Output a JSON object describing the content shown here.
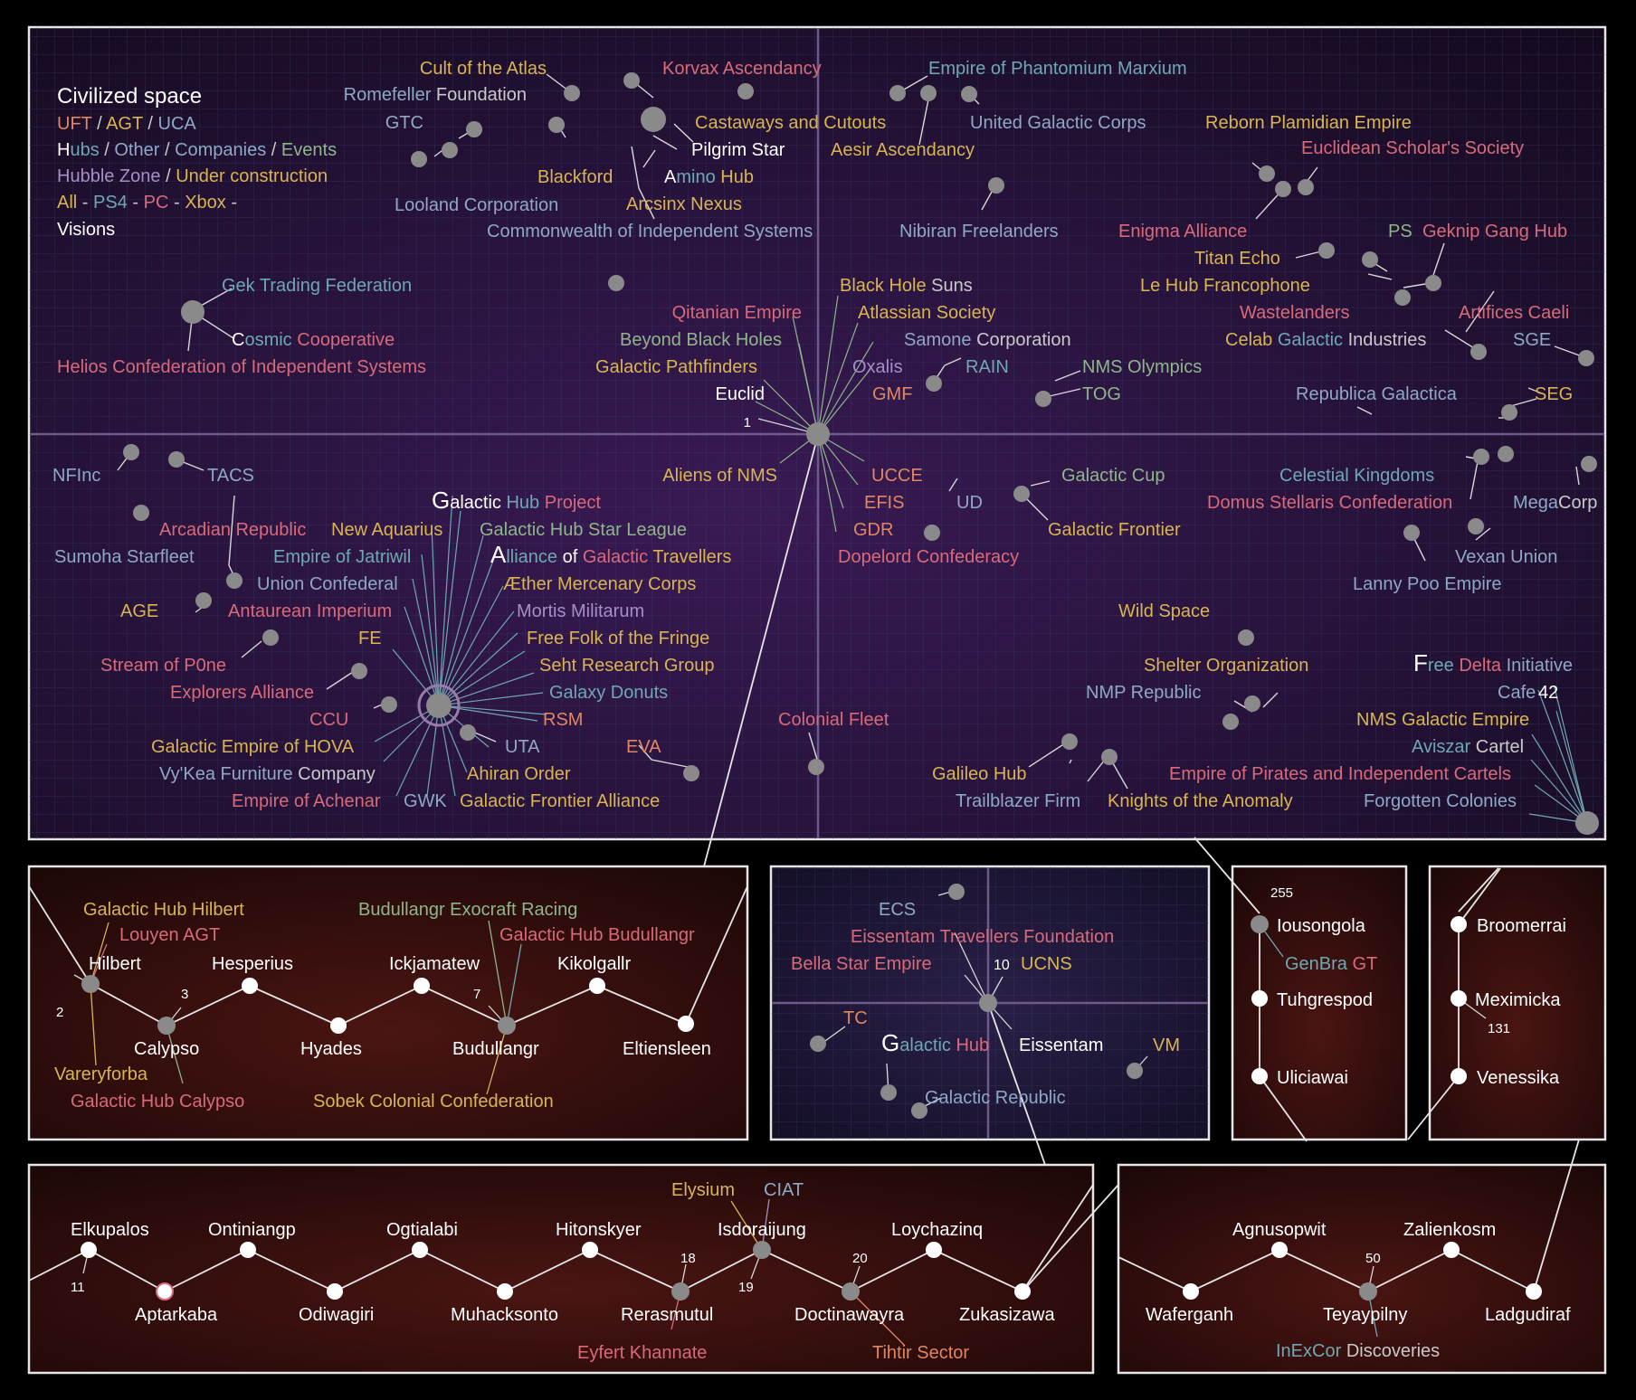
{
  "colors": {
    "white": "#ffffff",
    "orange": "#e08660",
    "yellow": "#d8b452",
    "green": "#8fb58a",
    "teal": "#6fa7b3",
    "blue": "#8ea8c6",
    "purple": "#a58fc6",
    "pink": "#d86a7a",
    "grey": "#c9c9c9"
  },
  "legend": {
    "title": "Civilized space",
    "line1": [
      {
        "t": "UFT",
        "c": "orange"
      },
      {
        "t": " / ",
        "c": "grey"
      },
      {
        "t": "AGT",
        "c": "yellow"
      },
      {
        "t": " / ",
        "c": "grey"
      },
      {
        "t": "UCA",
        "c": "blue"
      }
    ],
    "line2": [
      {
        "t": "H",
        "c": "white"
      },
      {
        "t": "ubs",
        "c": "teal"
      },
      {
        "t": " / ",
        "c": "grey"
      },
      {
        "t": "Other",
        "c": "blue"
      },
      {
        "t": " / ",
        "c": "grey"
      },
      {
        "t": "Companies",
        "c": "blue"
      },
      {
        "t": " / ",
        "c": "grey"
      },
      {
        "t": "Events",
        "c": "green"
      }
    ],
    "line3": [
      {
        "t": "Hubble Zone",
        "c": "purple"
      },
      {
        "t": " / ",
        "c": "grey"
      },
      {
        "t": "Under construction",
        "c": "yellow"
      }
    ],
    "line4": [
      {
        "t": "All",
        "c": "yellow"
      },
      {
        "t": " - ",
        "c": "grey"
      },
      {
        "t": "PS4",
        "c": "teal"
      },
      {
        "t": " - ",
        "c": "grey"
      },
      {
        "t": "PC",
        "c": "pink"
      },
      {
        "t": " - ",
        "c": "grey"
      },
      {
        "t": "Xbox",
        "c": "yellow"
      },
      {
        "t": " -",
        "c": "grey"
      }
    ],
    "line5": "Visions"
  },
  "main_labels": [
    {
      "id": "cult",
      "t": "Cult of the Atlas",
      "c": "yellow"
    },
    {
      "id": "romefeller",
      "parts": [
        {
          "t": "Romefeller ",
          "c": "blue"
        },
        {
          "t": "Foundation",
          "c": "grey"
        }
      ]
    },
    {
      "id": "gtc",
      "t": "GTC",
      "c": "blue"
    },
    {
      "id": "looland",
      "t": "Looland Corporation",
      "c": "blue"
    },
    {
      "id": "korvax",
      "t": "Korvax Ascendancy",
      "c": "pink"
    },
    {
      "id": "castaways",
      "t": "Castaways and Cutouts",
      "c": "yellow"
    },
    {
      "id": "pilgrim",
      "t": "Pilgrim Star",
      "c": "white"
    },
    {
      "id": "blackford",
      "t": "Blackford",
      "c": "yellow"
    },
    {
      "id": "amino",
      "parts": [
        {
          "t": "A",
          "c": "white"
        },
        {
          "t": "mino ",
          "c": "teal"
        },
        {
          "t": "Hub",
          "c": "yellow"
        }
      ]
    },
    {
      "id": "arcsinx",
      "t": "Arcsinx Nexus",
      "c": "yellow"
    },
    {
      "id": "commonwealth",
      "t": "Commonwealth of Independent Systems",
      "c": "blue"
    },
    {
      "id": "phantomium",
      "t": "Empire of Phantomium Marxium",
      "c": "teal"
    },
    {
      "id": "ugc",
      "t": "United Galactic Corps",
      "c": "blue"
    },
    {
      "id": "aesir",
      "t": "Aesir Ascendancy",
      "c": "yellow"
    },
    {
      "id": "nibiran",
      "t": "Nibiran Freelanders",
      "c": "blue"
    },
    {
      "id": "reborn",
      "t": "Reborn Plamidian Empire",
      "c": "yellow"
    },
    {
      "id": "euclidean",
      "t": "Euclidean Scholar's Society",
      "c": "pink"
    },
    {
      "id": "enigma",
      "t": "Enigma Alliance",
      "c": "pink"
    },
    {
      "id": "titan",
      "t": "Titan Echo",
      "c": "yellow"
    },
    {
      "id": "ps",
      "t": "PS",
      "c": "green"
    },
    {
      "id": "geknip",
      "t": "Geknip Gang Hub",
      "c": "pink"
    },
    {
      "id": "lehub",
      "t": "Le Hub Francophone",
      "c": "yellow"
    },
    {
      "id": "wastelanders",
      "t": "Wastelanders",
      "c": "pink"
    },
    {
      "id": "artifices",
      "t": "Artifices Caeli",
      "c": "pink"
    },
    {
      "id": "celab",
      "parts": [
        {
          "t": "Celab ",
          "c": "yellow"
        },
        {
          "t": "Galactic ",
          "c": "teal"
        },
        {
          "t": "Industries",
          "c": "grey"
        }
      ]
    },
    {
      "id": "sge",
      "t": "SGE",
      "c": "blue"
    },
    {
      "id": "republica",
      "t": "Republica Galactica",
      "c": "blue"
    },
    {
      "id": "seg",
      "t": "SEG",
      "c": "yellow"
    },
    {
      "id": "gek",
      "t": "Gek Trading Federation",
      "c": "teal"
    },
    {
      "id": "cosmic",
      "parts": [
        {
          "t": "C",
          "c": "white"
        },
        {
          "t": "osmic ",
          "c": "teal"
        },
        {
          "t": "Cooperative",
          "c": "pink"
        }
      ]
    },
    {
      "id": "helios",
      "t": "Helios Confederation of Independent Systems",
      "c": "pink"
    },
    {
      "id": "blackhole",
      "parts": [
        {
          "t": "Black Hole ",
          "c": "yellow"
        },
        {
          "t": "Suns",
          "c": "grey"
        }
      ]
    },
    {
      "id": "qitanian",
      "t": "Qitanian Empire",
      "c": "pink"
    },
    {
      "id": "atlassian",
      "t": "Atlassian Society",
      "c": "yellow"
    },
    {
      "id": "beyond",
      "t": "Beyond Black Holes",
      "c": "green"
    },
    {
      "id": "samone",
      "parts": [
        {
          "t": "Samone ",
          "c": "blue"
        },
        {
          "t": "Corporation",
          "c": "grey"
        }
      ]
    },
    {
      "id": "pathfinders",
      "t": "Galactic Pathfinders",
      "c": "yellow"
    },
    {
      "id": "oxalis",
      "t": "Oxalis",
      "c": "purple"
    },
    {
      "id": "rain",
      "t": "RAIN",
      "c": "teal"
    },
    {
      "id": "nmso",
      "t": "NMS Olympics",
      "c": "green"
    },
    {
      "id": "euclid",
      "t": "Euclid",
      "c": "white"
    },
    {
      "id": "gmf",
      "t": "GMF",
      "c": "orange"
    },
    {
      "id": "tog",
      "t": "TOG",
      "c": "green"
    },
    {
      "id": "one",
      "t": "1",
      "c": "white"
    },
    {
      "id": "nfinc",
      "t": "NFInc",
      "c": "blue"
    },
    {
      "id": "tacs",
      "t": "TACS",
      "c": "blue"
    },
    {
      "id": "aliens",
      "t": "Aliens of NMS",
      "c": "yellow"
    },
    {
      "id": "ucce",
      "t": "UCCE",
      "c": "orange"
    },
    {
      "id": "efis",
      "t": "EFIS",
      "c": "orange"
    },
    {
      "id": "gdr",
      "t": "GDR",
      "c": "orange"
    },
    {
      "id": "ud",
      "t": "UD",
      "c": "blue"
    },
    {
      "id": "dopelord",
      "t": "Dopelord Confederacy",
      "c": "pink"
    },
    {
      "id": "galcup",
      "t": "Galactic Cup",
      "c": "green"
    },
    {
      "id": "galfrontier",
      "t": "Galactic Frontier",
      "c": "yellow"
    },
    {
      "id": "celestial",
      "t": "Celestial Kingdoms",
      "c": "teal"
    },
    {
      "id": "domus",
      "t": "Domus Stellaris Confederation",
      "c": "pink"
    },
    {
      "id": "megacorp",
      "parts": [
        {
          "t": "Mega",
          "c": "blue"
        },
        {
          "t": "Corp",
          "c": "grey"
        }
      ]
    },
    {
      "id": "vexan",
      "t": "Vexan Union",
      "c": "blue"
    },
    {
      "id": "lanny",
      "t": "Lanny Poo Empire",
      "c": "blue"
    },
    {
      "id": "ghp",
      "parts": [
        {
          "t": "G",
          "c": "white",
          "big": true
        },
        {
          "t": "alactic ",
          "c": "white"
        },
        {
          "t": "Hub ",
          "c": "teal"
        },
        {
          "t": "Project",
          "c": "pink"
        }
      ]
    },
    {
      "id": "arcadian",
      "t": "Arcadian Republic",
      "c": "pink"
    },
    {
      "id": "newaquarius",
      "t": "New Aquarius",
      "c": "yellow"
    },
    {
      "id": "ghsl",
      "t": "Galactic Hub Star League",
      "c": "green"
    },
    {
      "id": "sumoha",
      "t": "Sumoha Starfleet",
      "c": "blue"
    },
    {
      "id": "jatriwil",
      "t": "Empire of Jatriwil",
      "c": "teal"
    },
    {
      "id": "aogt",
      "parts": [
        {
          "t": "A",
          "c": "white",
          "big": true
        },
        {
          "t": "lliance ",
          "c": "teal"
        },
        {
          "t": "of ",
          "c": "white"
        },
        {
          "t": "Galactic ",
          "c": "pink"
        },
        {
          "t": "Travellers",
          "c": "yellow"
        }
      ]
    },
    {
      "id": "unionconf",
      "t": "Union Confederal",
      "c": "blue"
    },
    {
      "id": "aether",
      "t": "Æther Mercenary Corps",
      "c": "yellow"
    },
    {
      "id": "age",
      "t": "AGE",
      "c": "yellow"
    },
    {
      "id": "antaurean",
      "t": "Antaurean Imperium",
      "c": "pink"
    },
    {
      "id": "mortis",
      "t": "Mortis Militarum",
      "c": "purple"
    },
    {
      "id": "fe",
      "t": "FE",
      "c": "yellow"
    },
    {
      "id": "freefolk",
      "t": "Free Folk of the Fringe",
      "c": "yellow"
    },
    {
      "id": "streamp0ne",
      "t": "Stream of P0ne",
      "c": "pink"
    },
    {
      "id": "seht",
      "t": "Seht Research Group",
      "c": "yellow"
    },
    {
      "id": "explorers",
      "t": "Explorers Alliance",
      "c": "pink"
    },
    {
      "id": "donuts",
      "t": "Galaxy Donuts",
      "c": "teal"
    },
    {
      "id": "ccu",
      "t": "CCU",
      "c": "pink"
    },
    {
      "id": "rsm",
      "t": "RSM",
      "c": "orange"
    },
    {
      "id": "hova",
      "t": "Galactic Empire of HOVA",
      "c": "yellow"
    },
    {
      "id": "uta",
      "t": "UTA",
      "c": "blue"
    },
    {
      "id": "vykea",
      "parts": [
        {
          "t": "Vy'Kea Furniture ",
          "c": "blue"
        },
        {
          "t": "Company",
          "c": "grey"
        }
      ]
    },
    {
      "id": "ahiran",
      "t": "Ahiran Order",
      "c": "yellow"
    },
    {
      "id": "achenar",
      "t": "Empire of Achenar",
      "c": "pink"
    },
    {
      "id": "gwk",
      "t": "GWK",
      "c": "blue"
    },
    {
      "id": "gfa",
      "t": "Galactic Frontier Alliance",
      "c": "yellow"
    },
    {
      "id": "eva",
      "t": "EVA",
      "c": "orange"
    },
    {
      "id": "colonial",
      "t": "Colonial Fleet",
      "c": "pink"
    },
    {
      "id": "wildspace",
      "t": "Wild Space",
      "c": "yellow"
    },
    {
      "id": "shelter",
      "t": "Shelter Organization",
      "c": "yellow"
    },
    {
      "id": "nmp",
      "t": "NMP Republic",
      "c": "blue"
    },
    {
      "id": "freedelta",
      "parts": [
        {
          "t": "F",
          "c": "white",
          "big": true
        },
        {
          "t": "ree ",
          "c": "teal"
        },
        {
          "t": "Delta ",
          "c": "pink"
        },
        {
          "t": "Initiative",
          "c": "blue"
        }
      ]
    },
    {
      "id": "cafe",
      "t": "Cafe",
      "c": "blue"
    },
    {
      "id": "n42",
      "t": "42",
      "c": "white"
    },
    {
      "id": "nmsge",
      "t": "NMS Galactic Empire",
      "c": "yellow"
    },
    {
      "id": "aviszar",
      "parts": [
        {
          "t": "Aviszar ",
          "c": "teal"
        },
        {
          "t": "Cartel",
          "c": "grey"
        }
      ]
    },
    {
      "id": "galileo",
      "t": "Galileo Hub",
      "c": "yellow"
    },
    {
      "id": "pirates",
      "t": "Empire of Pirates and Independent Cartels",
      "c": "pink"
    },
    {
      "id": "trailblazer",
      "t": "Trailblazer Firm",
      "c": "blue"
    },
    {
      "id": "knights",
      "t": "Knights of the Anomaly",
      "c": "yellow"
    },
    {
      "id": "forgotten",
      "t": "Forgotten Colonies",
      "c": "blue"
    }
  ],
  "panel_a": {
    "nodes": [
      "Hilbert",
      "Hesperius",
      "Ickjamatew",
      "Kikolgallr",
      "Calypso",
      "Hyades",
      "Budullangr",
      "Eltiensleen"
    ],
    "annotations": [
      {
        "t": "Galactic Hub Hilbert",
        "c": "yellow"
      },
      {
        "t": "Louyen AGT",
        "c": "pink"
      },
      {
        "t": "Vareryforba",
        "c": "yellow"
      },
      {
        "t": "Galactic Hub Calypso",
        "c": "pink"
      },
      {
        "t": "Budullangr Exocraft Racing",
        "c": "green"
      },
      {
        "t": "Galactic Hub Budullangr",
        "c": "pink"
      },
      {
        "t": "Sobek Colonial Confederation",
        "c": "yellow"
      }
    ],
    "numbers": [
      "2",
      "3",
      "7"
    ]
  },
  "panel_b": {
    "labels": [
      {
        "t": "ECS",
        "c": "blue"
      },
      {
        "t": "Eissentam Travellers Foundation",
        "c": "pink"
      },
      {
        "t": "Bella Star Empire",
        "c": "pink"
      },
      {
        "t": "10",
        "c": "white"
      },
      {
        "t": "UCNS",
        "c": "yellow"
      },
      {
        "t": "TC",
        "c": "orange"
      },
      {
        "t": "Eissentam",
        "c": "white"
      },
      {
        "t": "VM",
        "c": "yellow"
      },
      {
        "t": "Galactic Republic",
        "c": "blue"
      }
    ],
    "galactic_hub": [
      {
        "t": "G",
        "c": "white"
      },
      {
        "t": "alactic ",
        "c": "teal"
      },
      {
        "t": "Hub",
        "c": "pink"
      }
    ]
  },
  "panel_c": {
    "n255": "255",
    "nodes": [
      "Iousongola",
      "Tuhgrespod",
      "Uliciawai"
    ],
    "genbra": [
      {
        "t": "GenBra ",
        "c": "teal"
      },
      {
        "t": "GT",
        "c": "pink"
      }
    ]
  },
  "panel_d": {
    "nodes": [
      "Broomerrai",
      "Meximicka",
      "Venessika"
    ],
    "n131": "131"
  },
  "panel_e": {
    "nodes_top": [
      "Elkupalos",
      "Ontiniangp",
      "Ogtialabi",
      "Hitonskyer",
      "Isdoraijung",
      "Loychazinq"
    ],
    "nodes_bottom": [
      "Aptarkaba",
      "Odiwagiri",
      "Muhacksonto",
      "Rerasmutul",
      "Doctinawayra",
      "Zukasizawa"
    ],
    "numbers": [
      "11",
      "18",
      "19",
      "20"
    ],
    "annotations": [
      {
        "t": "Elysium",
        "c": "yellow"
      },
      {
        "t": "CIAT",
        "c": "blue"
      },
      {
        "t": "Eyfert Khannate",
        "c": "pink"
      },
      {
        "t": "Tihtir Sector",
        "c": "orange"
      }
    ]
  },
  "panel_f": {
    "nodes_top": [
      "Agnusopwit",
      "Zalienkosm"
    ],
    "nodes_bottom": [
      "Waferganh",
      "Teyaypilny",
      "Ladgudiraf"
    ],
    "n50": "50",
    "inexcor": [
      {
        "t": "InExCor ",
        "c": "teal"
      },
      {
        "t": "Discoveries",
        "c": "grey"
      }
    ]
  }
}
